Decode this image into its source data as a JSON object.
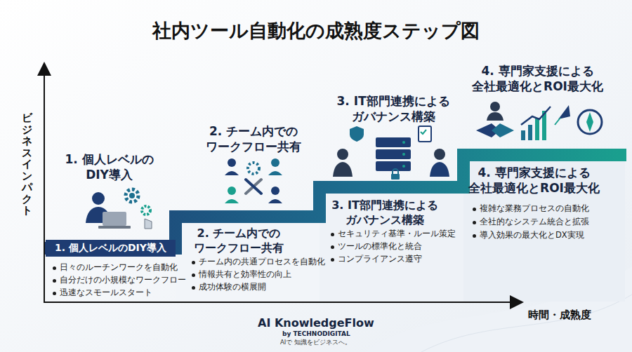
{
  "diagram": {
    "title": "社内ツール自動化の成熟度ステップ図",
    "nodes": [
      {
        "text": [
          "1. 個人レベルのDIY導入"
        ]
      }
    ],
    "labels": [
      "ビジネスインパクト",
      "1. 個人レベルの DIY導入",
      "2. チーム内での ワークフロー共有",
      "3. IT部門連携による ガバナンス構築",
      "4. 専門家支援による 全社最適化とROI最大化",
      "日々のルーチンワークを自動化",
      "自分だけの小規模なワークフロー",
      "迅速なスモールスタート",
      "2. チーム内での ワークフロー共有",
      "チーム内の共通プロセスを自動化",
      "情報共有と効率性の向上",
      "成功体験の横展開",
      "3. IT部門連携による ガバナンス構築",
      "セキュリティ基準・ルール策定",
      "ツールの標準化と統合",
      "コンプライアンス遵守",
      "4. 専門家支援による 全社最適化とROI最大化",
      "複雑な業務プロセスの自動化",
      "全社的なシステム統合と拡張",
      "導入効果の最大化とDX実現",
      "時間・成熟度",
      "AI KnowledgeFlow",
      "by TECHNODIGITAL",
      "AIで 知識をビジネスへ。"
    ]
  }
}
